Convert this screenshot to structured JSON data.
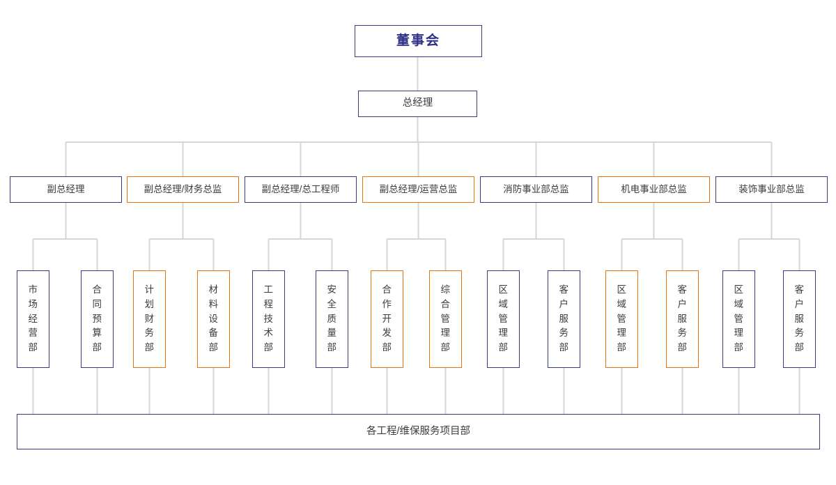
{
  "chart": {
    "title_top": "董事会",
    "colors": {
      "navy": "#363a82",
      "orange": "#e8720c",
      "connector": "#d6d6d6",
      "text": "#3c3c3c"
    }
  },
  "board": {
    "label": "董事会",
    "color": "navy"
  },
  "general_manager": {
    "label": "总经理",
    "color": "navy"
  },
  "managers": [
    {
      "label": "副总经理",
      "color": "navy"
    },
    {
      "label": "副总经理/财务总监",
      "color": "orange"
    },
    {
      "label": "副总经理/总工程师",
      "color": "navy"
    },
    {
      "label": "副总经理/运营总监",
      "color": "orange"
    },
    {
      "label": "消防事业部总监",
      "color": "navy"
    },
    {
      "label": "机电事业部总监",
      "color": "orange"
    },
    {
      "label": "装饰事业部总监",
      "color": "navy"
    }
  ],
  "departments": [
    {
      "label": "市\n场\n经\n营\n部",
      "color": "navy"
    },
    {
      "label": "合\n同\n预\n算\n部",
      "color": "navy"
    },
    {
      "label": "计\n划\n财\n务\n部",
      "color": "orange"
    },
    {
      "label": "材\n料\n设\n备\n部",
      "color": "orange"
    },
    {
      "label": "工\n程\n技\n术\n部",
      "color": "navy"
    },
    {
      "label": "安\n全\n质\n量\n部",
      "color": "navy"
    },
    {
      "label": "合\n作\n开\n发\n部",
      "color": "orange"
    },
    {
      "label": "综\n合\n管\n理\n部",
      "color": "orange"
    },
    {
      "label": "区\n域\n管\n理\n部",
      "color": "navy"
    },
    {
      "label": "客\n户\n服\n务\n部",
      "color": "navy"
    },
    {
      "label": "区\n域\n管\n理\n部",
      "color": "orange"
    },
    {
      "label": "客\n户\n服\n务\n部",
      "color": "orange"
    },
    {
      "label": "区\n域\n管\n理\n部",
      "color": "navy"
    },
    {
      "label": "客\n户\n服\n务\n部",
      "color": "navy"
    }
  ],
  "footer": {
    "label": "各工程/维保服务项目部",
    "color": "navy"
  }
}
